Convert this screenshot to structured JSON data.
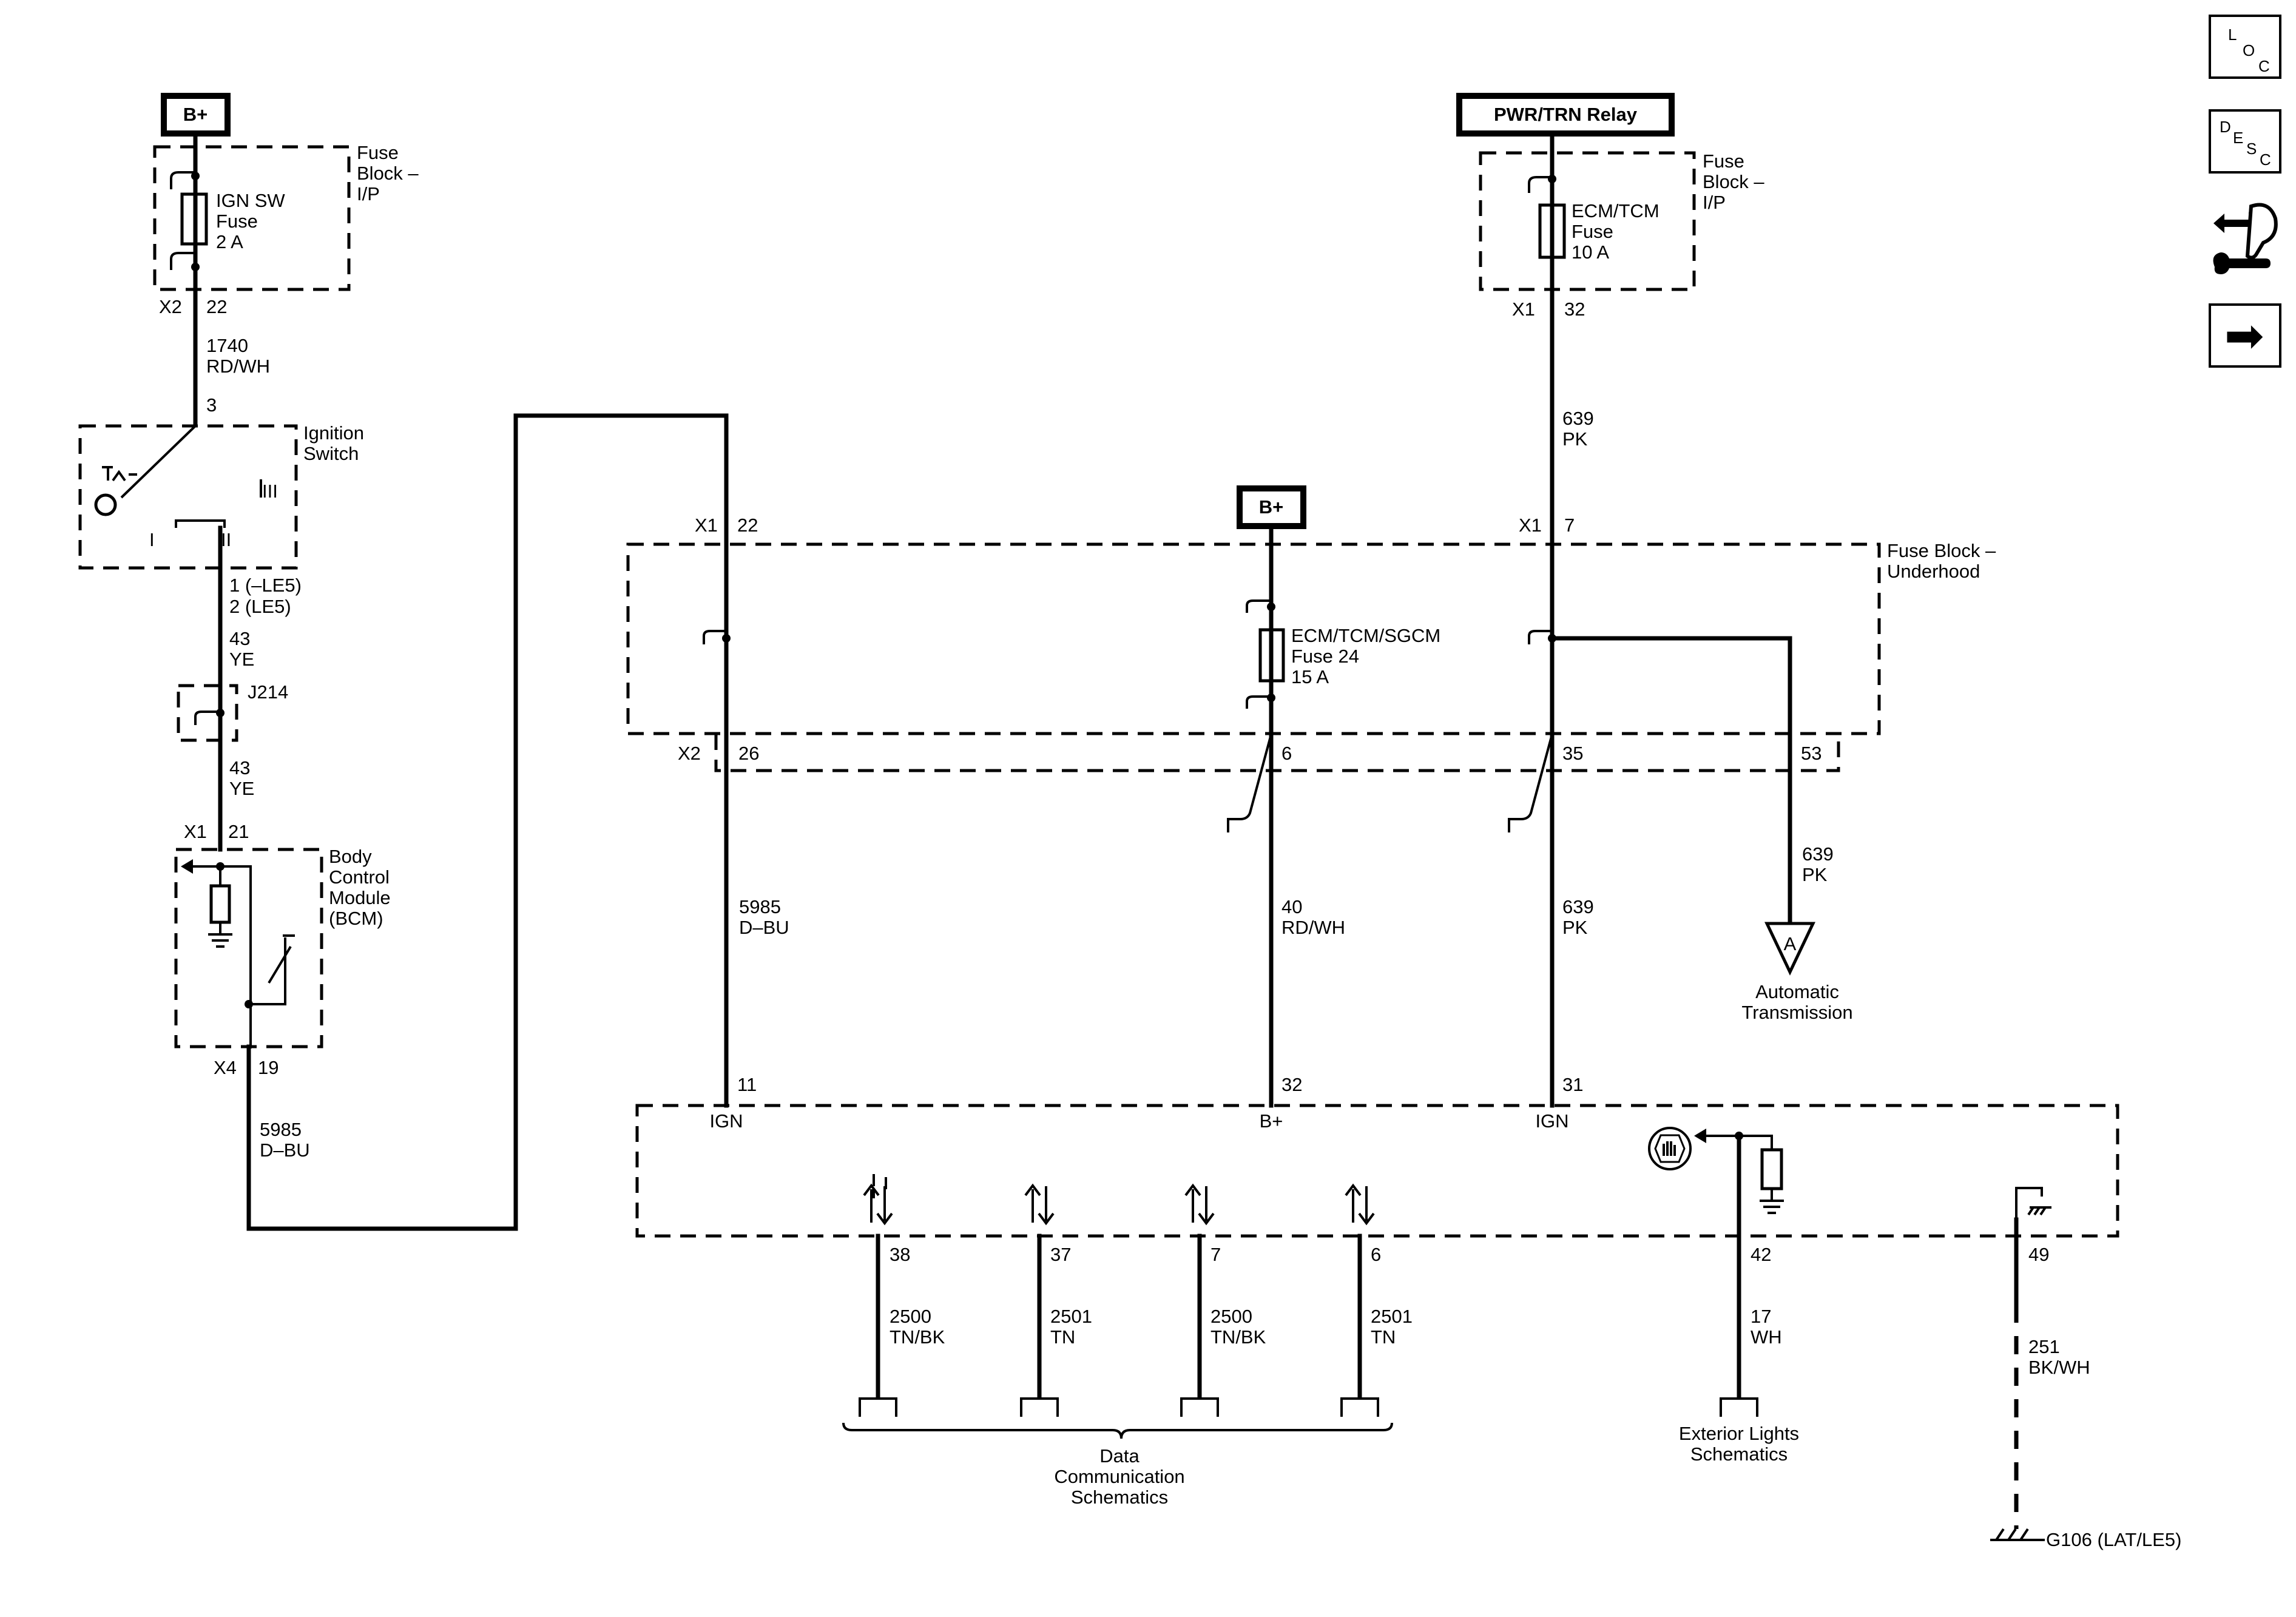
{
  "sources": {
    "bplus_top": "B+",
    "pwr_trn_relay": "PWR/TRN Relay",
    "bplus_mid": "B+"
  },
  "fuse_block_ip_left": {
    "label": [
      "Fuse",
      "Block –",
      "I/P"
    ],
    "fuse": [
      "IGN SW",
      "Fuse",
      "2 A"
    ],
    "connector": "X2",
    "pin": "22"
  },
  "fuse_block_ip_right": {
    "label": [
      "Fuse",
      "Block –",
      "I/P"
    ],
    "fuse": [
      "ECM/TCM",
      "Fuse",
      "10 A"
    ],
    "connector": "X1",
    "pin": "32"
  },
  "wires": {
    "w1740": [
      "1740",
      "RD/WH"
    ],
    "w43a": [
      "43",
      "YE"
    ],
    "w43b": [
      "43",
      "YE"
    ],
    "w5985_left": [
      "5985",
      "D–BU"
    ],
    "w5985_mid": [
      "5985",
      "D–BU"
    ],
    "w639_top": [
      "639",
      "PK"
    ],
    "w40": [
      "40",
      "RD/WH"
    ],
    "w639_mid": [
      "639",
      "PK"
    ],
    "w639_right": [
      "639",
      "PK"
    ],
    "w2500a": [
      "2500",
      "TN/BK"
    ],
    "w2501a": [
      "2501",
      "TN"
    ],
    "w2500b": [
      "2500",
      "TN/BK"
    ],
    "w2501b": [
      "2501",
      "TN"
    ],
    "w17": [
      "17",
      "WH"
    ],
    "w251": [
      "251",
      "BK/WH"
    ]
  },
  "ignition_switch": {
    "label": [
      "Ignition",
      "Switch"
    ],
    "pin_in": "3",
    "pos_I": "I",
    "pos_II": "II",
    "pos_III": "III",
    "pin_out": [
      "1 (–LE5)",
      "2 (LE5)"
    ]
  },
  "splice": "J214",
  "bcm": {
    "label": [
      "Body",
      "Control",
      "Module",
      "(BCM)"
    ],
    "conn_in": "X1",
    "pin_in": "21",
    "conn_out": "X4",
    "pin_out": "19"
  },
  "underhood": {
    "label": [
      "Fuse Block –",
      "Underhood"
    ],
    "conn_top_left": "X1",
    "pin_top_left": "22",
    "conn_top_right": "X1",
    "pin_top_right": "7",
    "fuse": [
      "ECM/TCM/SGCM",
      "Fuse 24",
      "15 A"
    ],
    "conn_bottom": "X2",
    "pins_bottom": [
      "26",
      "6",
      "35",
      "53"
    ]
  },
  "auto_trans": {
    "symbol": "A",
    "label": [
      "Automatic",
      "Transmission"
    ]
  },
  "ecm": {
    "pins_top": [
      "11",
      "32",
      "31"
    ],
    "pin_names": [
      "IGN",
      "B+",
      "IGN"
    ],
    "pins_bottom": [
      "38",
      "37",
      "7",
      "6",
      "42",
      "49"
    ]
  },
  "data_comm": [
    "Data",
    "Communication",
    "Schematics"
  ],
  "exterior_lights": [
    "Exterior Lights",
    "Schematics"
  ],
  "ground": "G106 (LAT/LE5)",
  "side_icons": {
    "loc": [
      "L",
      "O",
      "C"
    ],
    "desc": [
      "D",
      "E",
      "S",
      "C"
    ],
    "arrow_glyph": "➡"
  }
}
